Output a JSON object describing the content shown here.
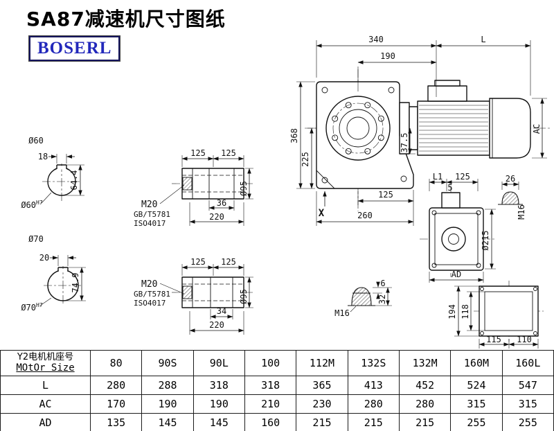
{
  "title": "SA87减速机尺寸图纸",
  "logo": "BOSERL",
  "dims": {
    "main_340": "340",
    "main_L": "L",
    "main_190": "190",
    "main_368": "368",
    "main_225": "225",
    "main_37_5": "37.5",
    "main_125": "125",
    "main_260": "260",
    "main_X": "X",
    "main_AC": "AC",
    "s60_label": "Ø60",
    "s60_key_w": "18",
    "s60_h": "64.4",
    "s60_fit": "Ø60",
    "s60_fit_sup": "H7",
    "s70_label": "Ø70",
    "s70_key_w": "20",
    "s70_h": "74.9",
    "s70_fit": "Ø70",
    "s70_fit_sup": "H7",
    "h1_125a": "125",
    "h1_125b": "125",
    "h1_thread": "M20",
    "h1_std1": "GB/T5781",
    "h1_std2": "ISO4017",
    "h1_36": "36",
    "h1_220": "220",
    "h1_dia": "Ø95",
    "h2_125a": "125",
    "h2_125b": "125",
    "h2_thread": "M20",
    "h2_std1": "GB/T5781",
    "h2_std2": "ISO4017",
    "h2_34": "34",
    "h2_220": "220",
    "h2_dia": "Ø95",
    "sv_L1": "L1",
    "sv_125": "125",
    "sv_5": "5",
    "sv_26": "26",
    "sv_M16": "M16",
    "sv_215": "Ø215",
    "sv_AD": "AD",
    "plug_6": "6",
    "plug_32": "32",
    "plug_M16": "M16",
    "rv_194": "194",
    "rv_118": "118",
    "rv_115": "115",
    "rv_110": "110"
  },
  "table": {
    "header": {
      "line1": "Y2电机机座号",
      "line2": "MOtOr Size"
    },
    "columns": [
      "80",
      "90S",
      "90L",
      "100",
      "112M",
      "132S",
      "132M",
      "160M",
      "160L"
    ],
    "rows": [
      {
        "label": "L",
        "values": [
          "280",
          "288",
          "318",
          "318",
          "365",
          "413",
          "452",
          "524",
          "547"
        ]
      },
      {
        "label": "AC",
        "values": [
          "170",
          "190",
          "190",
          "210",
          "230",
          "280",
          "280",
          "315",
          "315"
        ]
      },
      {
        "label": "AD",
        "values": [
          "135",
          "145",
          "145",
          "160",
          "215",
          "215",
          "215",
          "255",
          "255"
        ]
      }
    ]
  }
}
